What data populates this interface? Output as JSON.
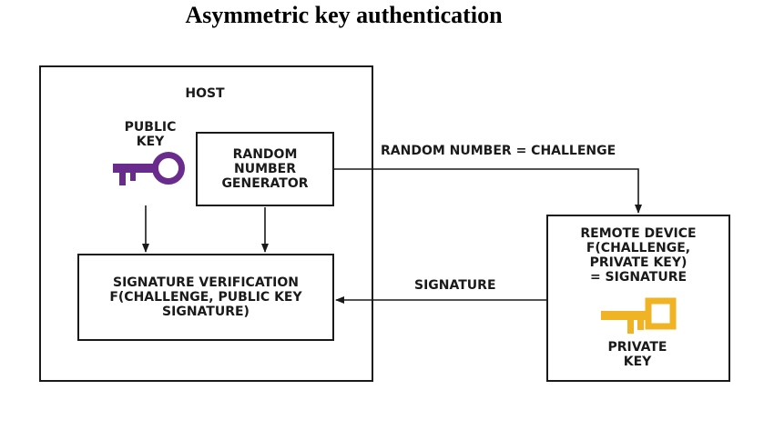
{
  "title": "Asymmetric key authentication",
  "host": {
    "label": "HOST",
    "public_key_label": "PUBLIC\nKEY",
    "rng_label": "RANDOM\nNUMBER\nGENERATOR",
    "verification_label": "SIGNATURE VERIFICATION\nF(CHALLENGE, PUBLIC KEY\nSIGNATURE)"
  },
  "challenge_arrow_label": "RANDOM NUMBER = CHALLENGE",
  "signature_arrow_label": "SIGNATURE",
  "remote": {
    "label": "REMOTE DEVICE\nF(CHALLENGE,\nPRIVATE KEY)\n= SIGNATURE",
    "private_key_label": "PRIVATE\nKEY"
  },
  "colors": {
    "public_key": "#6a2c8c",
    "private_key": "#f0b323"
  },
  "icons": {
    "public_key": "key-icon",
    "private_key": "key-icon"
  }
}
